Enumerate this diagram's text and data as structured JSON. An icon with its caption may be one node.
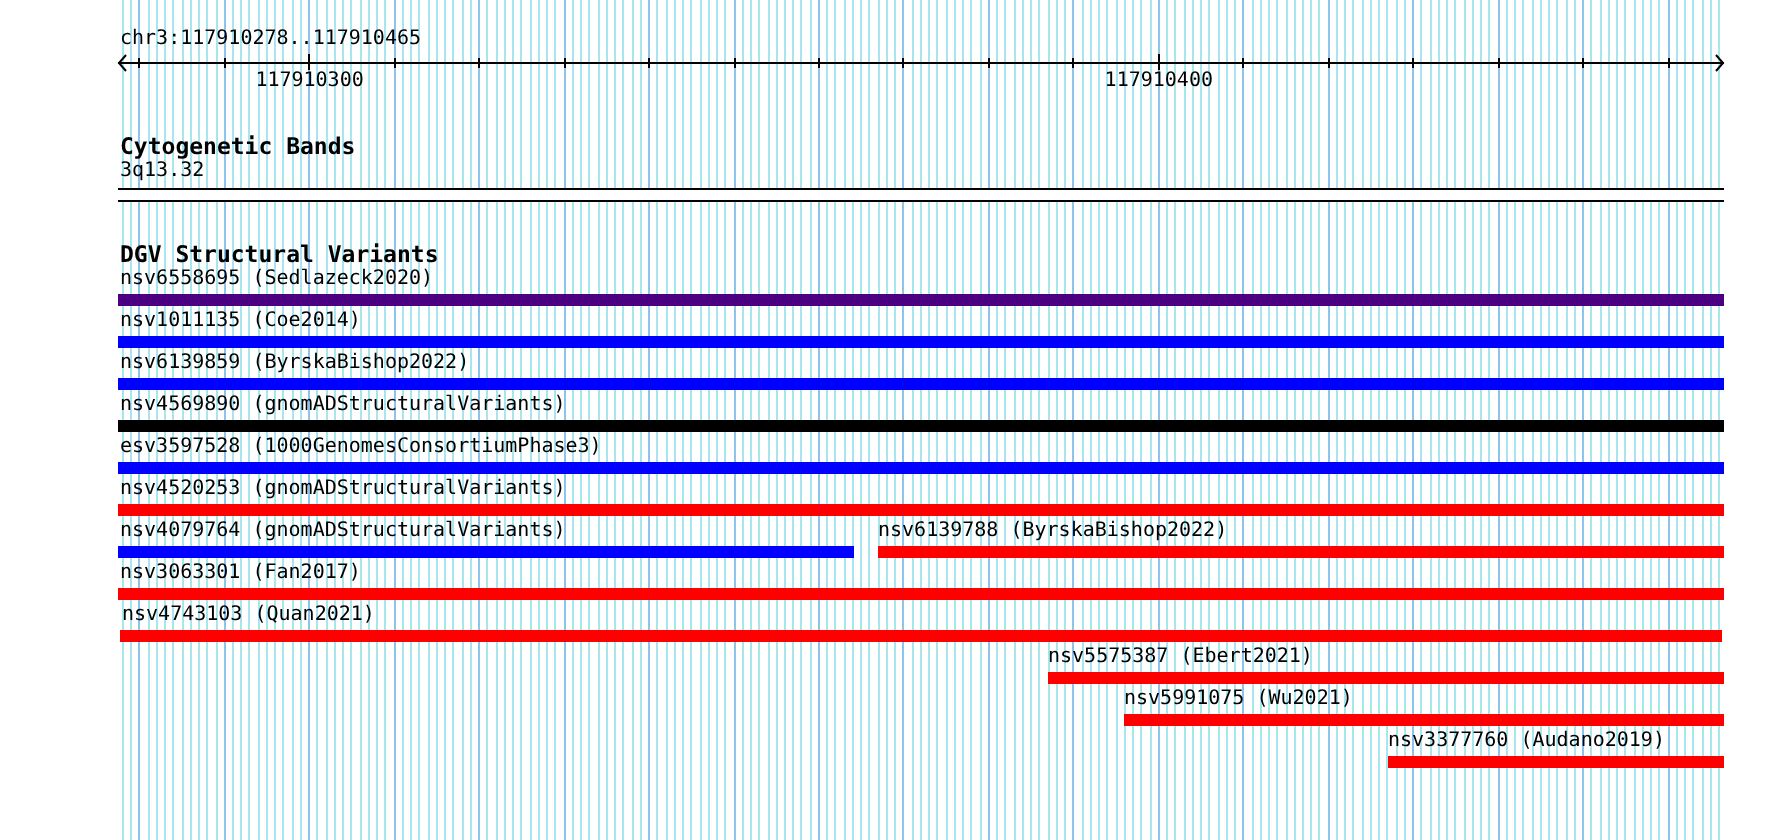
{
  "diagram": {
    "nodes": [
      {
        "text": [
          "3q13.32"
        ]
      },
      {
        "text": [
          "nsv6558695 (Sedlazeck2020)"
        ]
      },
      {
        "text": [
          "nsv1011135 (Coe2014)"
        ]
      },
      {
        "text": [
          "nsv6139859 (ByrskaBishop2022)"
        ]
      },
      {
        "text": [
          "nsv4569890 (gnomADStructuralVariants)"
        ]
      },
      {
        "text": [
          "esv3597528 (1000GenomesConsortiumPhase3)"
        ]
      },
      {
        "text": [
          "nsv4520253 (gnomADStructuralVariants)"
        ]
      },
      {
        "text": [
          "nsv4079764 (gnomADStructuralVariants)"
        ]
      },
      {
        "text": [
          "nsv6139788 (ByrskaBishop2022)"
        ]
      },
      {
        "text": [
          "nsv3063301 (Fan2017)"
        ]
      },
      {
        "text": [
          "nsv4743103 (Quan2021)"
        ]
      },
      {
        "text": [
          "nsv5575387 (Ebert2021)"
        ]
      },
      {
        "text": [
          "nsv5991075 (Wu2021)"
        ]
      },
      {
        "text": [
          "nsv3377760 (Audano2019)"
        ]
      }
    ],
    "labels": [
      "chr3:117910278..117910465",
      "117910300",
      "117910400",
      "Cytogenetic Bands",
      "DGV Structural Variants"
    ]
  }
}
